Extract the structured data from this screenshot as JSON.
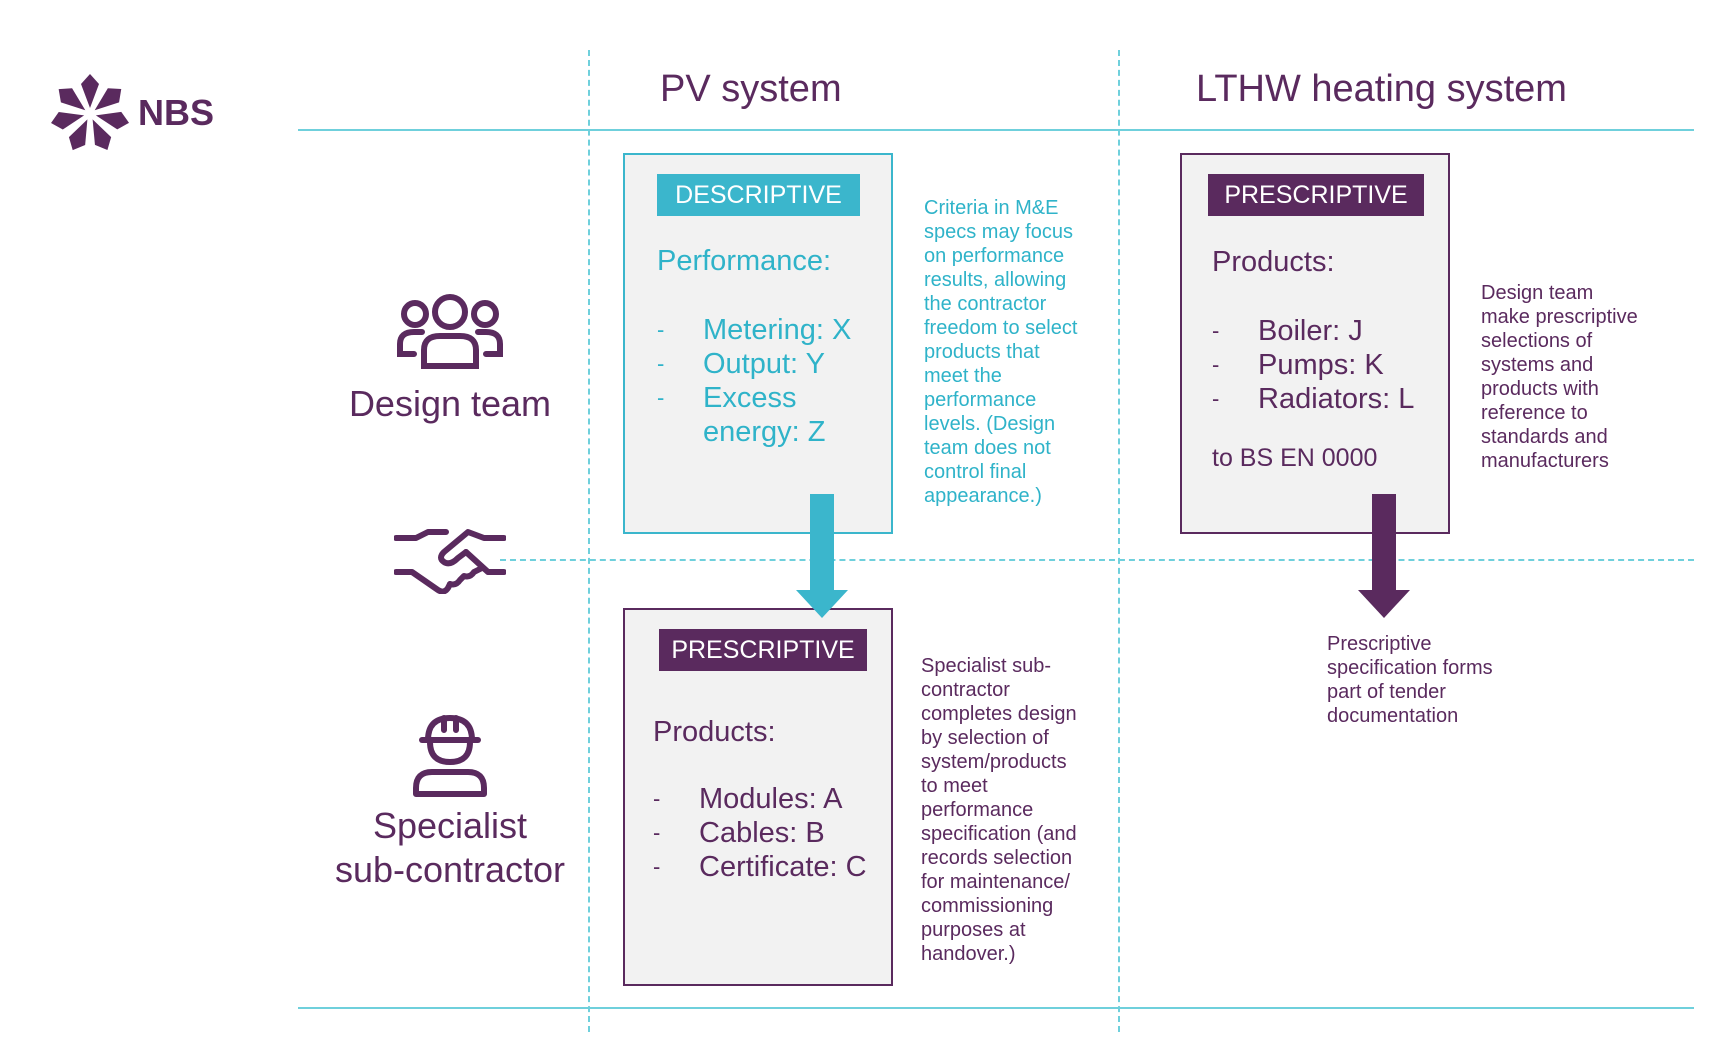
{
  "logo": {
    "text": "NBS",
    "color": "#5a2a5e"
  },
  "columns": {
    "pv": "PV system",
    "lthw": "LTHW heating system"
  },
  "roles": {
    "design_team": "Design team",
    "sub_contractor_line1": "Specialist",
    "sub_contractor_line2": "sub-contractor"
  },
  "pv_descriptive": {
    "badge": "DESCRIPTIVE",
    "heading": "Performance:",
    "items": [
      "Metering: X",
      "Output: Y",
      "Excess",
      "energy: Z"
    ]
  },
  "pv_descriptive_note": [
    "Criteria in M&E",
    "specs may focus",
    "on performance",
    "results, allowing",
    "the contractor",
    "freedom to select",
    "products that",
    "meet the",
    "performance",
    "levels. (Design",
    "team does not",
    "control final",
    "appearance.)"
  ],
  "pv_prescriptive": {
    "badge": "PRESCRIPTIVE",
    "heading": "Products:",
    "items": [
      "Modules: A",
      "Cables: B",
      "Certificate: C"
    ]
  },
  "pv_prescriptive_note": [
    "Specialist sub-",
    "contractor",
    "completes design",
    "by selection of",
    "system/products",
    "to meet",
    "performance",
    "specification (and",
    "records selection",
    "for maintenance/",
    "commissioning",
    "purposes at",
    "handover.)"
  ],
  "lthw_prescriptive": {
    "badge": "PRESCRIPTIVE",
    "heading": "Products:",
    "items": [
      "Boiler: J",
      "Pumps: K",
      "Radiators: L"
    ],
    "foot": "to BS EN 0000"
  },
  "lthw_design_note": [
    "Design team",
    "make prescriptive",
    "selections of",
    "systems and",
    "products with",
    "reference to",
    "standards and",
    "manufacturers"
  ],
  "lthw_tender_note": [
    "Prescriptive",
    "specification forms",
    "part of tender",
    "documentation"
  ],
  "colors": {
    "purple": "#5a2a5e",
    "teal": "#3bb6cc",
    "line": "#6fd0dc",
    "card_bg": "#f2f2f2"
  },
  "icons": [
    "nbs-logo-icon",
    "people-icon",
    "handshake-icon",
    "worker-helmet-icon"
  ]
}
